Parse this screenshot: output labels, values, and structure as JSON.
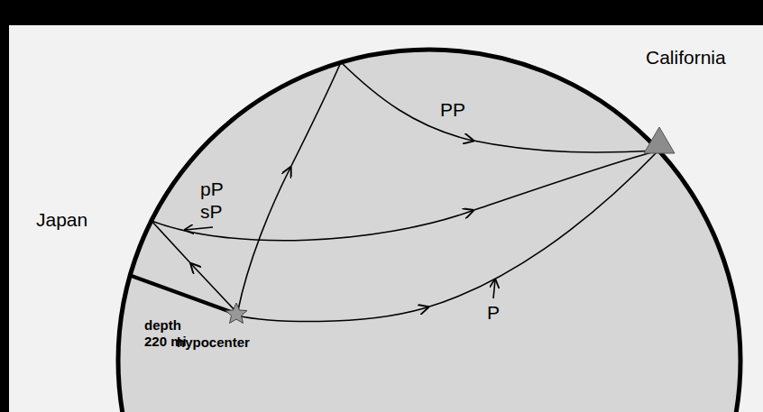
{
  "diagram": {
    "labels": [
      "California",
      "PP",
      "pP",
      "sP",
      "Japan",
      "depth 220 mi",
      "hypocenter",
      "P"
    ]
  }
}
